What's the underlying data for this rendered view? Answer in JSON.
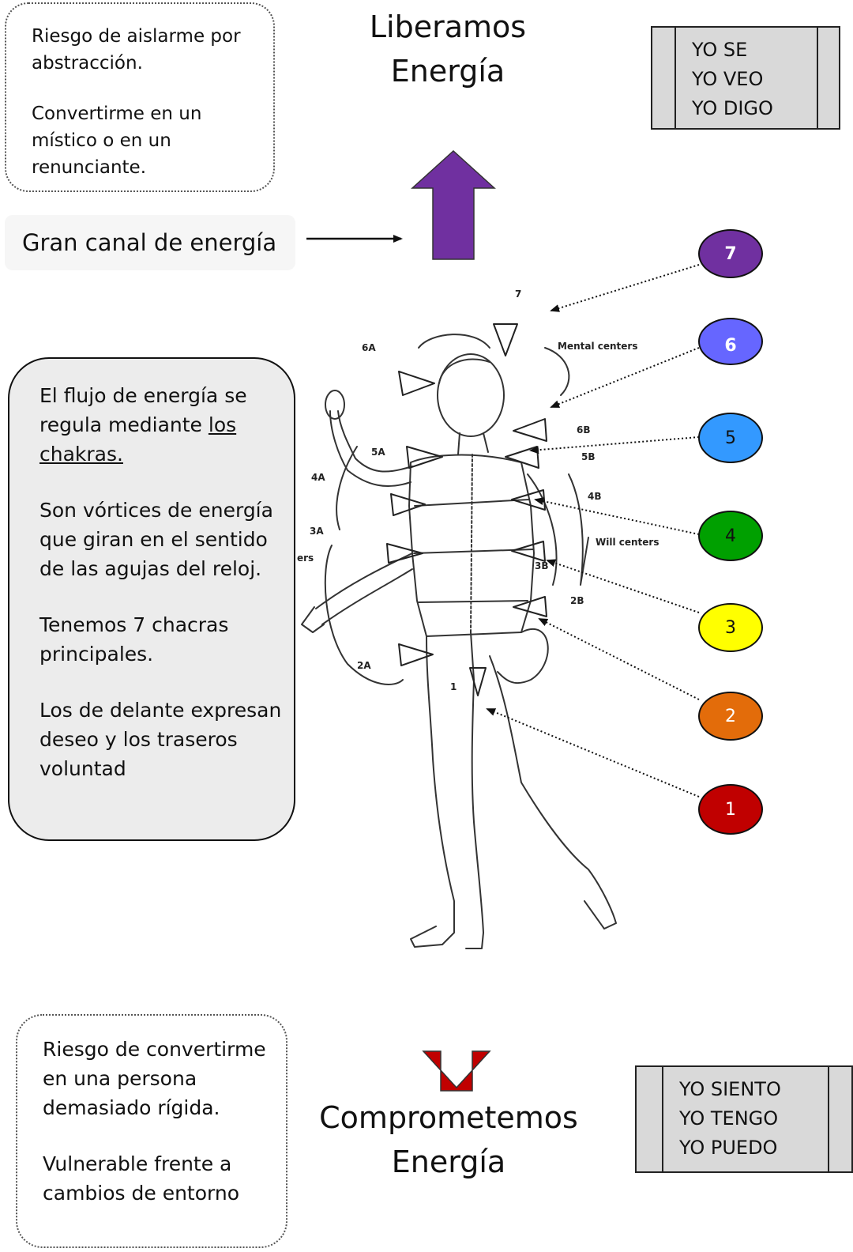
{
  "top_left_note": {
    "line1": "Riesgo de aislarme por abstracción.",
    "line2": "Convertirme en un místico o en un renunciante."
  },
  "top_title": {
    "line1": "Liberamos",
    "line2": "Energía"
  },
  "top_right_box": {
    "lines": [
      "YO SE",
      "YO VEO",
      "YO DIGO"
    ]
  },
  "channel_label": "Gran canal de energía",
  "info_box": {
    "p1_prefix": "El flujo de energía se regula mediante ",
    "p1_link": "los chakras.",
    "p2": "Son vórtices de energía que giran en el sentido de las agujas del reloj.",
    "p3": "Tenemos 7 chacras principales.",
    "p4": "Los de delante expresan deseo y los traseros voluntad"
  },
  "chakras": [
    {
      "label": "7",
      "color": "#7030a0",
      "text_color": "#ffffff"
    },
    {
      "label": "6",
      "color": "#6666ff",
      "text_color": "#ffffff"
    },
    {
      "label": "5",
      "color": "#3399ff",
      "text_color": "#111111"
    },
    {
      "label": "4",
      "color": "#00a000",
      "text_color": "#111111"
    },
    {
      "label": "3",
      "color": "#ffff00",
      "text_color": "#111111"
    },
    {
      "label": "2",
      "color": "#e36c0a",
      "text_color": "#ffffff"
    },
    {
      "label": "1",
      "color": "#c00000",
      "text_color": "#ffffff"
    }
  ],
  "figure_labels": {
    "l7": "7",
    "l6a": "6A",
    "l6b": "6B",
    "l5a": "5A",
    "l5b": "5B",
    "l4a": "4A",
    "l4b": "4B",
    "l3a": "3A",
    "l3b": "3B",
    "l2a": "2A",
    "l2b": "2B",
    "l1": "1",
    "mental": "Mental centers",
    "will": "Will centers",
    "ers": "ers"
  },
  "up_arrow_color": "#7030a0",
  "down_arrow_color": "#c00000",
  "bottom_left_note": {
    "line1": "Riesgo de convertirme en una persona demasiado rígida.",
    "line2": "Vulnerable frente a cambios de entorno"
  },
  "bottom_title": {
    "line1": "Comprometemos",
    "line2": "Energía"
  },
  "bottom_right_box": {
    "lines": [
      "YO SIENTO",
      "YO TENGO",
      "YO PUEDO"
    ]
  }
}
